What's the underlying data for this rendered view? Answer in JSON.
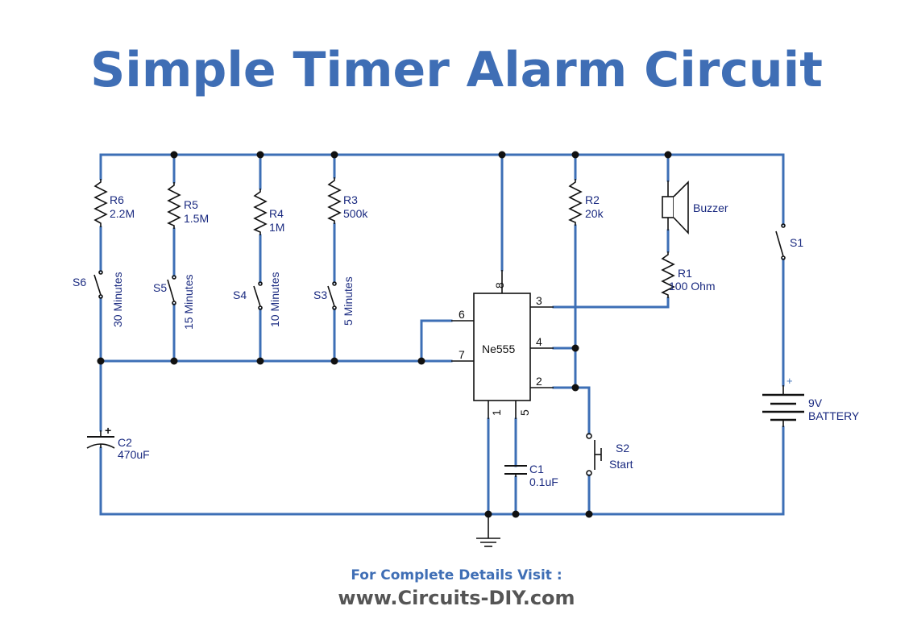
{
  "title": "Simple Timer Alarm Circuit",
  "footer": {
    "visit_text": "For Complete Details Visit :",
    "url": "www.Circuits-DIY.com"
  },
  "colors": {
    "title": "#3f6eb5",
    "wire": "#3d6fb6",
    "label": "#1a2a80",
    "url": "#555555"
  },
  "components": {
    "r6": {
      "ref": "R6",
      "value": "2.2M"
    },
    "r5": {
      "ref": "R5",
      "value": "1.5M"
    },
    "r4": {
      "ref": "R4",
      "value": "1M"
    },
    "r3": {
      "ref": "R3",
      "value": "500k"
    },
    "r2": {
      "ref": "R2",
      "value": "20k"
    },
    "r1": {
      "ref": "R1",
      "value": "100 Ohm"
    },
    "buzzer": {
      "label": "Buzzer"
    },
    "s1": {
      "ref": "S1"
    },
    "s2": {
      "ref": "S2",
      "value": "Start"
    },
    "s3": {
      "ref": "S3",
      "time": "5 Minutes"
    },
    "s4": {
      "ref": "S4",
      "time": "10 Minutes"
    },
    "s5": {
      "ref": "S5",
      "time": "15 Minutes"
    },
    "s6": {
      "ref": "S6",
      "time": "30 Minutes"
    },
    "c1": {
      "ref": "C1",
      "value": "0.1uF"
    },
    "c2": {
      "ref": "C2",
      "value": "470uF",
      "polarity": "+"
    },
    "battery": {
      "voltage": "9V",
      "label": "BATTERY",
      "polarity": "+"
    },
    "ic": {
      "name": "Ne555",
      "pins": {
        "p1": "1",
        "p2": "2",
        "p3": "3",
        "p4": "4",
        "p5": "5",
        "p6": "6",
        "p7": "7",
        "p8": "8"
      }
    }
  }
}
